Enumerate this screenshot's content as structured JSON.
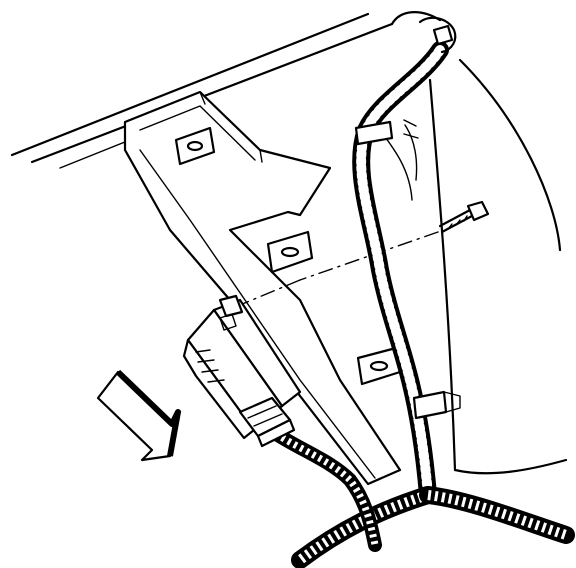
{
  "diagram": {
    "kind": "technical line drawing",
    "colors": {
      "ink": "#000000",
      "paper": "#ffffff"
    },
    "parts": [
      "panel-edge",
      "mounting-bracket",
      "bracket-slots",
      "wiring-harness",
      "harness-clips",
      "bolt",
      "electronic-module",
      "module-connector",
      "direction-arrow"
    ]
  }
}
